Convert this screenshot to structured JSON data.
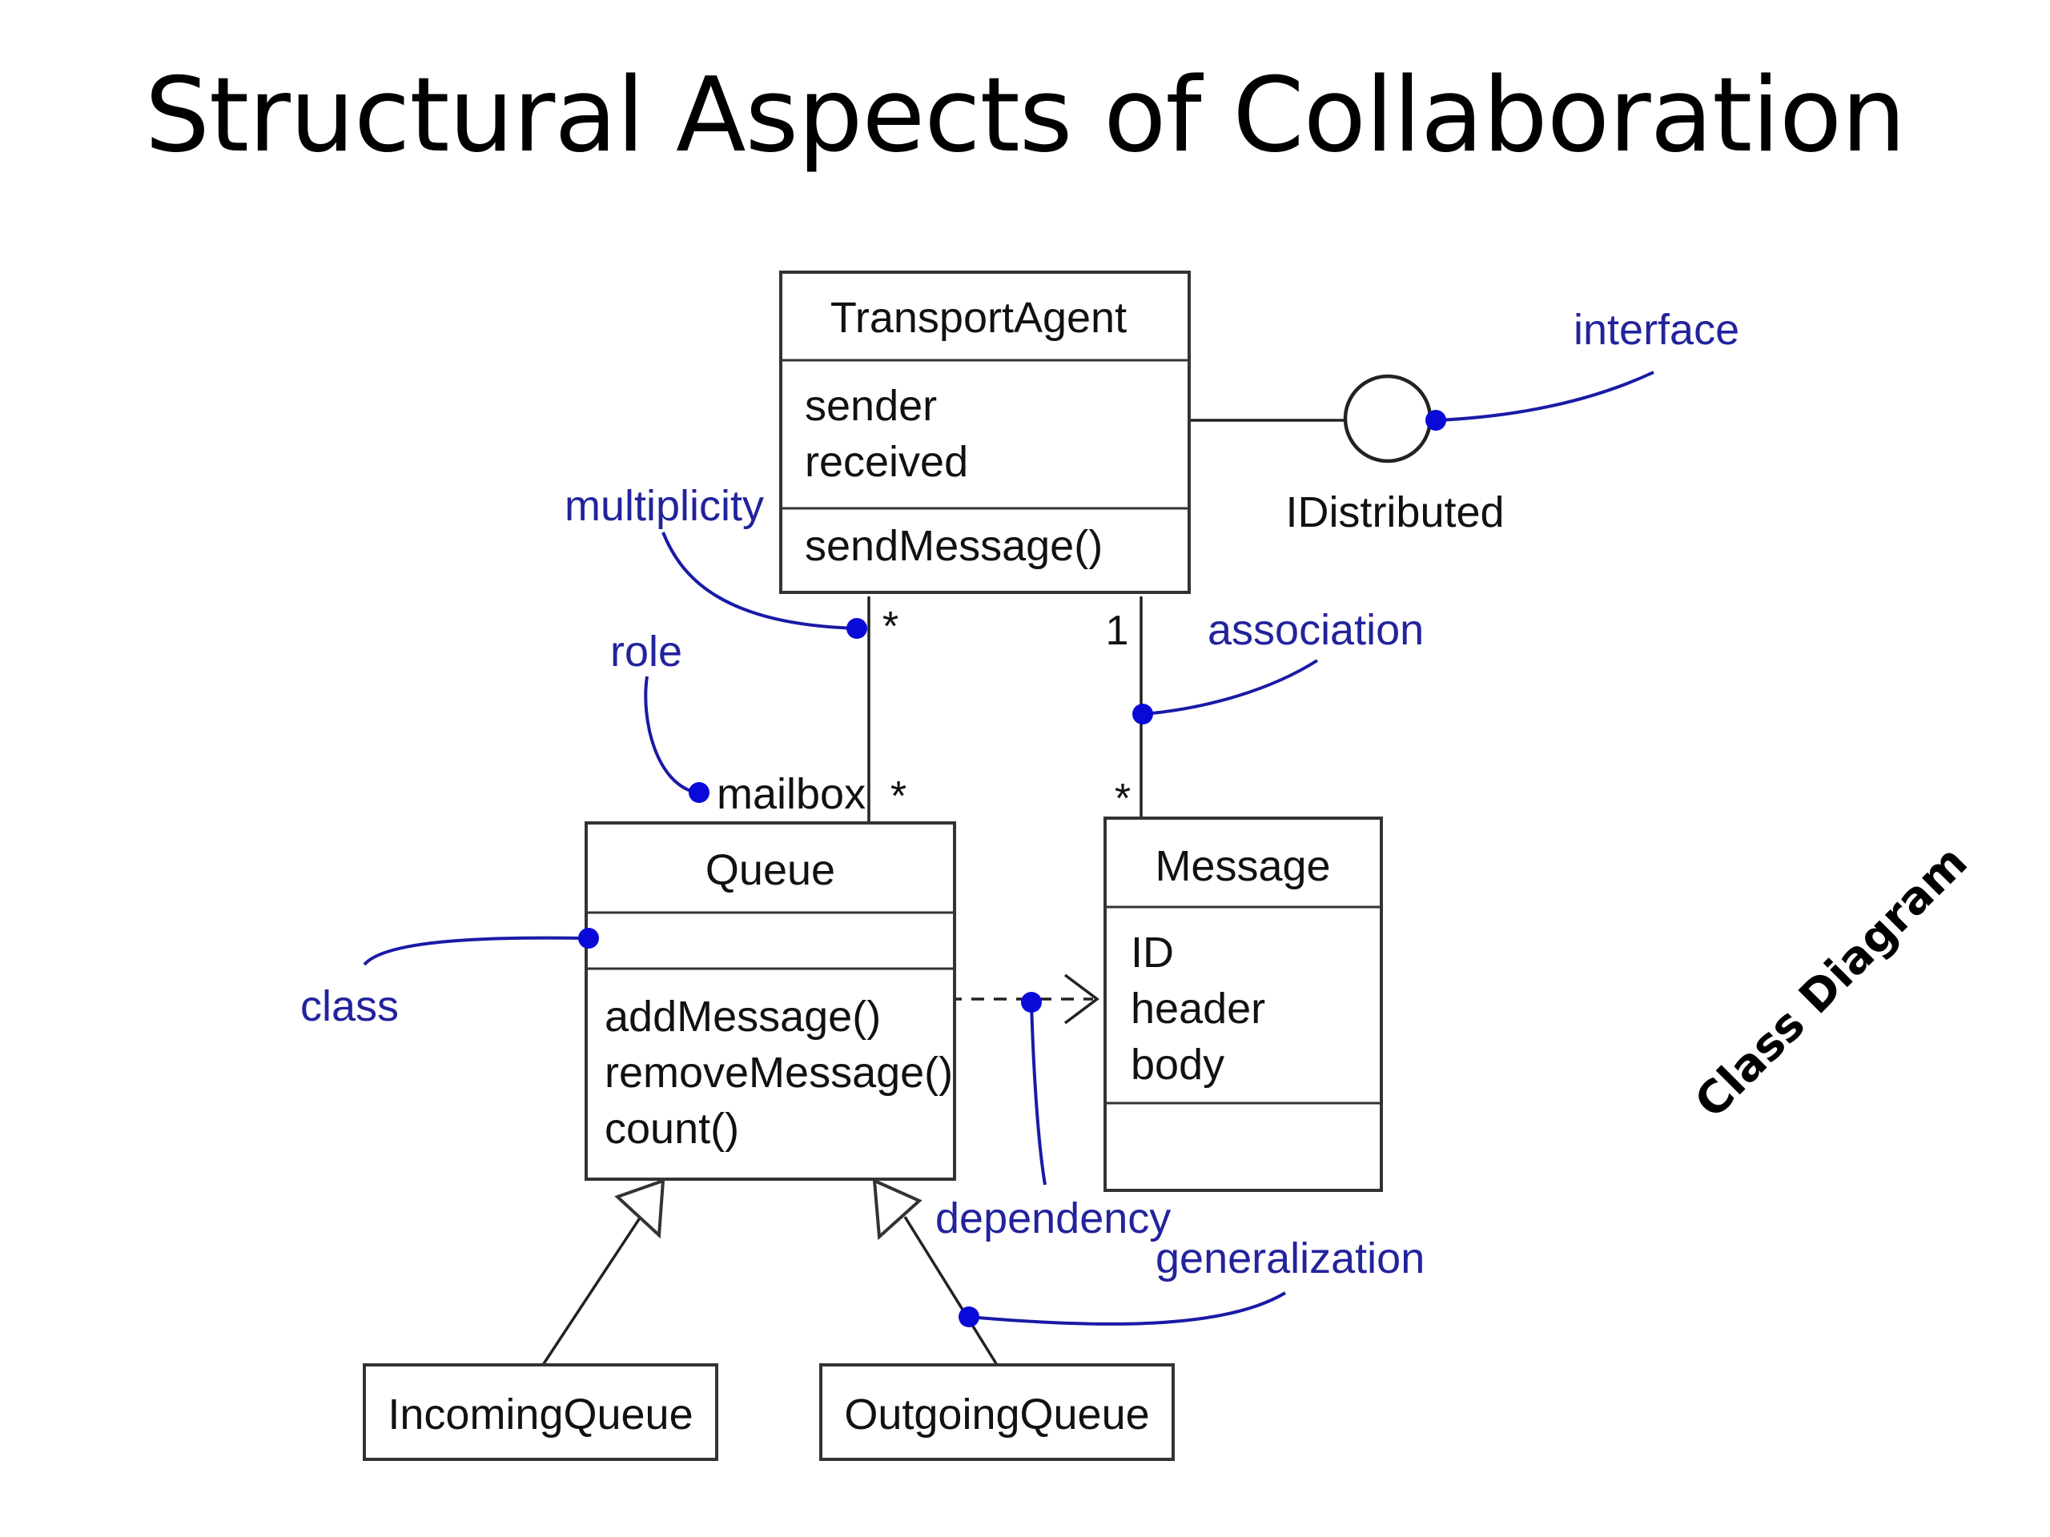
{
  "title": "Structural Aspects of Collaboration",
  "side_label": "Class Diagram",
  "classes": {
    "transport_agent": {
      "name": "TransportAgent",
      "attributes": [
        "sender",
        "received"
      ],
      "operations": [
        "sendMessage()"
      ]
    },
    "queue": {
      "name": "Queue",
      "operations": [
        "addMessage()",
        "removeMessage()",
        "count()"
      ]
    },
    "message": {
      "name": "Message",
      "attributes": [
        "ID",
        "header",
        "body"
      ]
    },
    "incoming_queue": {
      "name": "IncomingQueue"
    },
    "outgoing_queue": {
      "name": "OutgoingQueue"
    }
  },
  "interface": {
    "name": "IDistributed"
  },
  "multiplicities": {
    "agent_end_queue": "*",
    "queue_end": "*",
    "agent_end_message": "1",
    "message_end": "*"
  },
  "role": "mailbox",
  "annotations": {
    "interface": "interface",
    "multiplicity": "multiplicity",
    "association": "association",
    "role": "role",
    "class": "class",
    "dependency": "dependency",
    "generalization": "generalization"
  },
  "colors": {
    "annotation": "#23239c",
    "annotation_dot": "#0a0ad8"
  }
}
